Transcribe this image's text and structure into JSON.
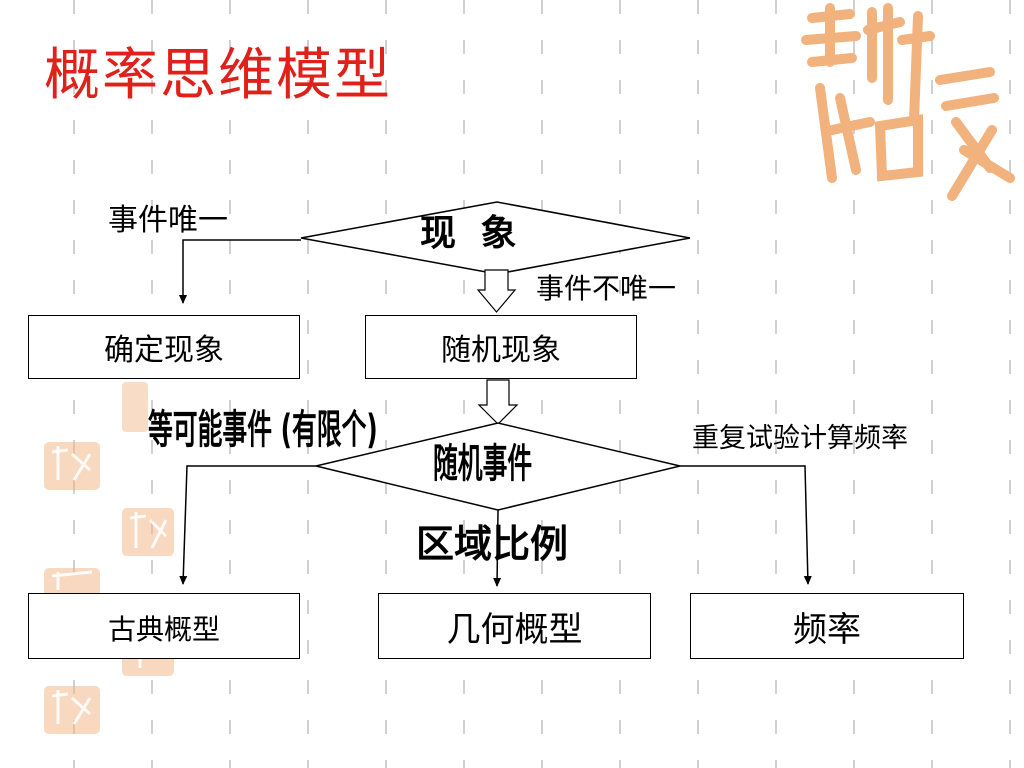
{
  "slide": {
    "title": "概率思维模型",
    "watermark_icon": "seal-calligraphy-icon",
    "colors": {
      "title": "#e0201a",
      "watermark": "#f2b27e",
      "grid": "#d0d0d0"
    }
  },
  "diagram": {
    "phenomenon": "现 象",
    "deterministic": "确定现象",
    "random_phenomenon": "随机现象",
    "random_event": "随机事件",
    "classical_model": "古典概型",
    "geometric_model": "几何概型",
    "frequency": "频率",
    "edge_unique": "事件唯一",
    "edge_not_unique": "事件不唯一",
    "edge_equal_likely": "等可能事件 (有限个)",
    "edge_region_ratio": "区域比例",
    "edge_repeat_trials": "重复试验计算频率"
  }
}
